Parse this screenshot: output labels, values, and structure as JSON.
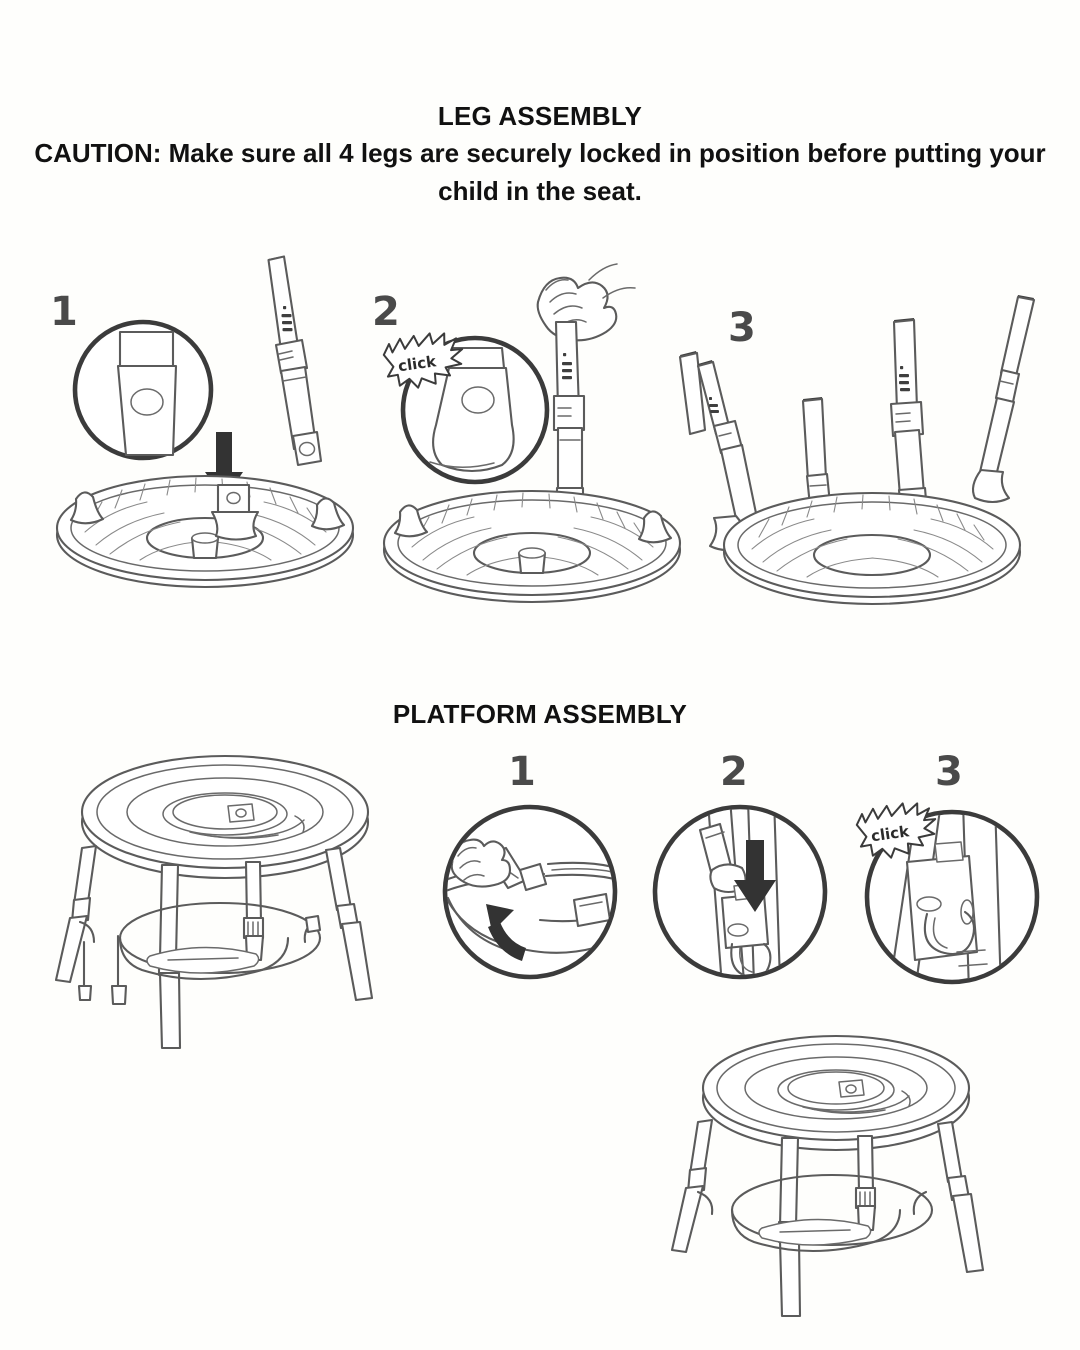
{
  "page": {
    "background_color": "#fefefc",
    "ink_color": "#5b5b5b",
    "heading_color": "#111111",
    "step_number_color": "#4a4a4a"
  },
  "sections": [
    {
      "id": "leg-assembly",
      "title": "LEG ASSEMBLY",
      "caution": "CAUTION: Make sure all 4 legs are securely locked in position before putting your child in the seat.",
      "steps": [
        {
          "number": "1",
          "name": "insert-leg-into-base",
          "has_detail_circle": true,
          "has_click_badge": false,
          "arrow": "down-straight",
          "illustration": "leg-tube-above-base-with-socket-detail"
        },
        {
          "number": "2",
          "name": "push-leg-until-click",
          "has_detail_circle": true,
          "has_click_badge": true,
          "click_label": "click",
          "arrow": "none",
          "illustration": "hand-pressing-leg-into-base-socket"
        },
        {
          "number": "3",
          "name": "all-four-legs-attached",
          "has_detail_circle": false,
          "has_click_badge": false,
          "arrow": "none",
          "illustration": "base-with-four-legs-installed"
        }
      ]
    },
    {
      "id": "platform-assembly",
      "title": "PLATFORM ASSEMBLY",
      "caution": "",
      "overview_label": "assembled-unit-with-platform-ring",
      "result_label": "completed-assembly",
      "steps": [
        {
          "number": "1",
          "name": "lift-platform-ring",
          "has_detail_circle": true,
          "has_click_badge": false,
          "arrow": "curved-up",
          "illustration": "hand-lifting-platform-ring-edge"
        },
        {
          "number": "2",
          "name": "slide-clip-down-leg",
          "has_detail_circle": true,
          "has_click_badge": false,
          "arrow": "down-straight",
          "illustration": "clip-sliding-down-onto-leg"
        },
        {
          "number": "3",
          "name": "clip-locks-with-click",
          "has_detail_circle": true,
          "has_click_badge": true,
          "click_label": "click",
          "arrow": "none",
          "illustration": "clip-locked-onto-leg"
        }
      ]
    }
  ]
}
